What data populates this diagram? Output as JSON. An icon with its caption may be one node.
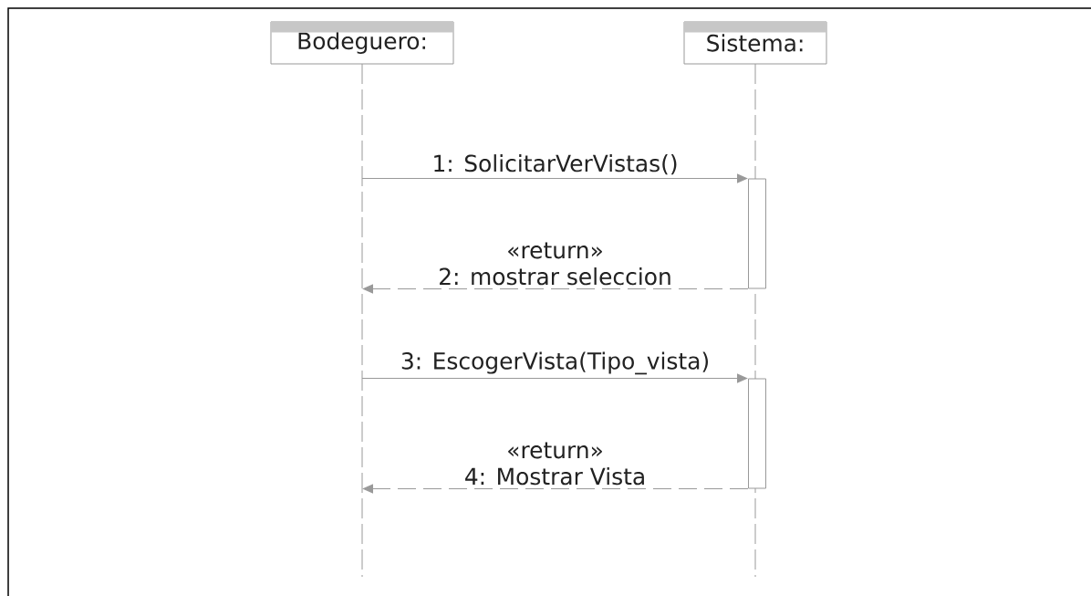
{
  "diagram": {
    "nodes": [
      {
        "text": [
          "Bodeguero:"
        ]
      },
      {
        "text": [
          "Sistema:"
        ]
      },
      {
        "text": [],
        "shape": "bar",
        "in": 1
      },
      {
        "text": [],
        "shape": "bar",
        "in": 1
      }
    ],
    "edges": [
      {
        "from": 0,
        "to": 2,
        "arrow": "to",
        "label": "1: SolicitarVerVistas()"
      },
      {
        "from": 2,
        "to": 0,
        "arrow": "to",
        "label": "«return» 2: mostrar seleccion",
        "style": "dashed"
      },
      {
        "from": 0,
        "to": 3,
        "arrow": "to",
        "label": "3: EscogerVista(Tipo_vista)"
      },
      {
        "from": 3,
        "to": 0,
        "arrow": "to",
        "label": "«return» 4: Mostrar Vista",
        "style": "dashed"
      }
    ]
  }
}
